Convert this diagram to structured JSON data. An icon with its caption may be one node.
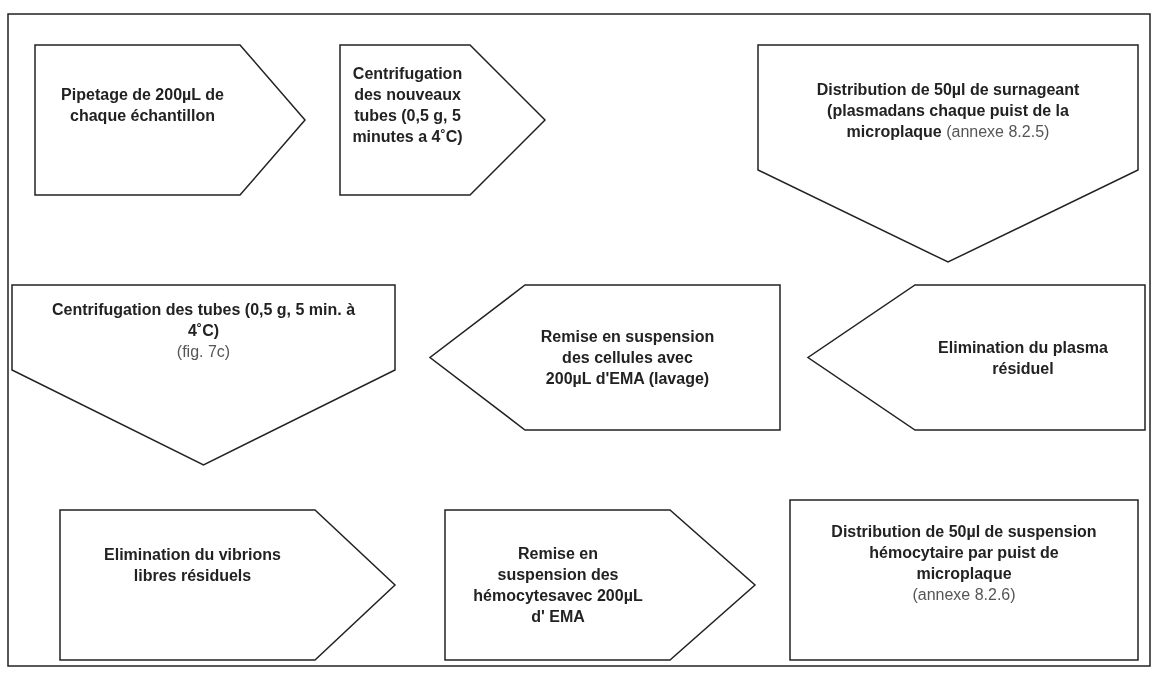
{
  "diagram": {
    "nodes": [
      {
        "text": [
          "Pipetage  de 200µL de chaque échantillon"
        ]
      },
      {
        "text": [
          "Centrifugation des nouveaux tubes (0,5 g, 5 minutes a 4˚C)"
        ]
      },
      {
        "text": [
          "**Distribution de 50µl de surnageant (plasmadans chaque puist de la microplaque** (annexe 8.2.5)"
        ]
      },
      {
        "text": [
          "Centrifugation des tubes (0,5 g, 5 min. à 4˚C)",
          "(fig. 7c)"
        ]
      },
      {
        "text": [
          "Remise en suspension des cellules  avec 200µL d'EMA (lavage)"
        ]
      },
      {
        "text": [
          "Elimination du plasma résiduel"
        ]
      },
      {
        "text": [
          "Elimination du vibrions libres résiduels"
        ]
      },
      {
        "text": [
          "Remise en suspension des hémocytesavec 200µL d' EMA"
        ]
      },
      {
        "text": [
          "Distribution de 50µl de suspension hémocytaire par puist de microplaque",
          "(annexe 8.2.6)"
        ]
      }
    ]
  }
}
